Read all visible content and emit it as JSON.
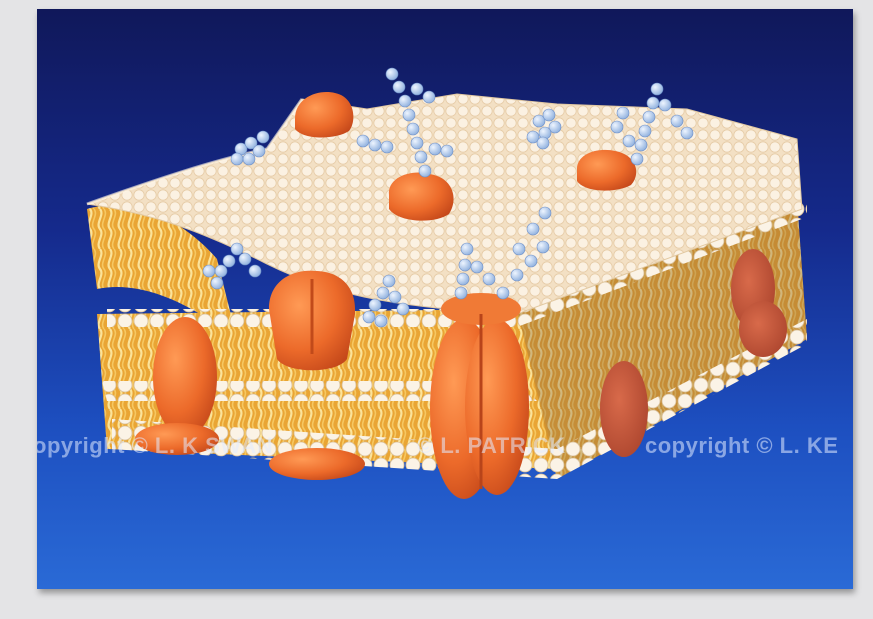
{
  "image": {
    "subject": "cell-membrane-illustration",
    "colors": {
      "background_top": "#10185a",
      "background_bottom": "#2a6ad6",
      "lipid_head": "#f8ead6",
      "lipid_tail": "#f0b840",
      "protein": "#e8682a",
      "glycan": "#a8c6ec"
    }
  },
  "watermarks": [
    {
      "text": "opyright © L. K SWAN"
    },
    {
      "text": "© L. PATRICK"
    },
    {
      "text": "copyright © L. KE"
    }
  ]
}
